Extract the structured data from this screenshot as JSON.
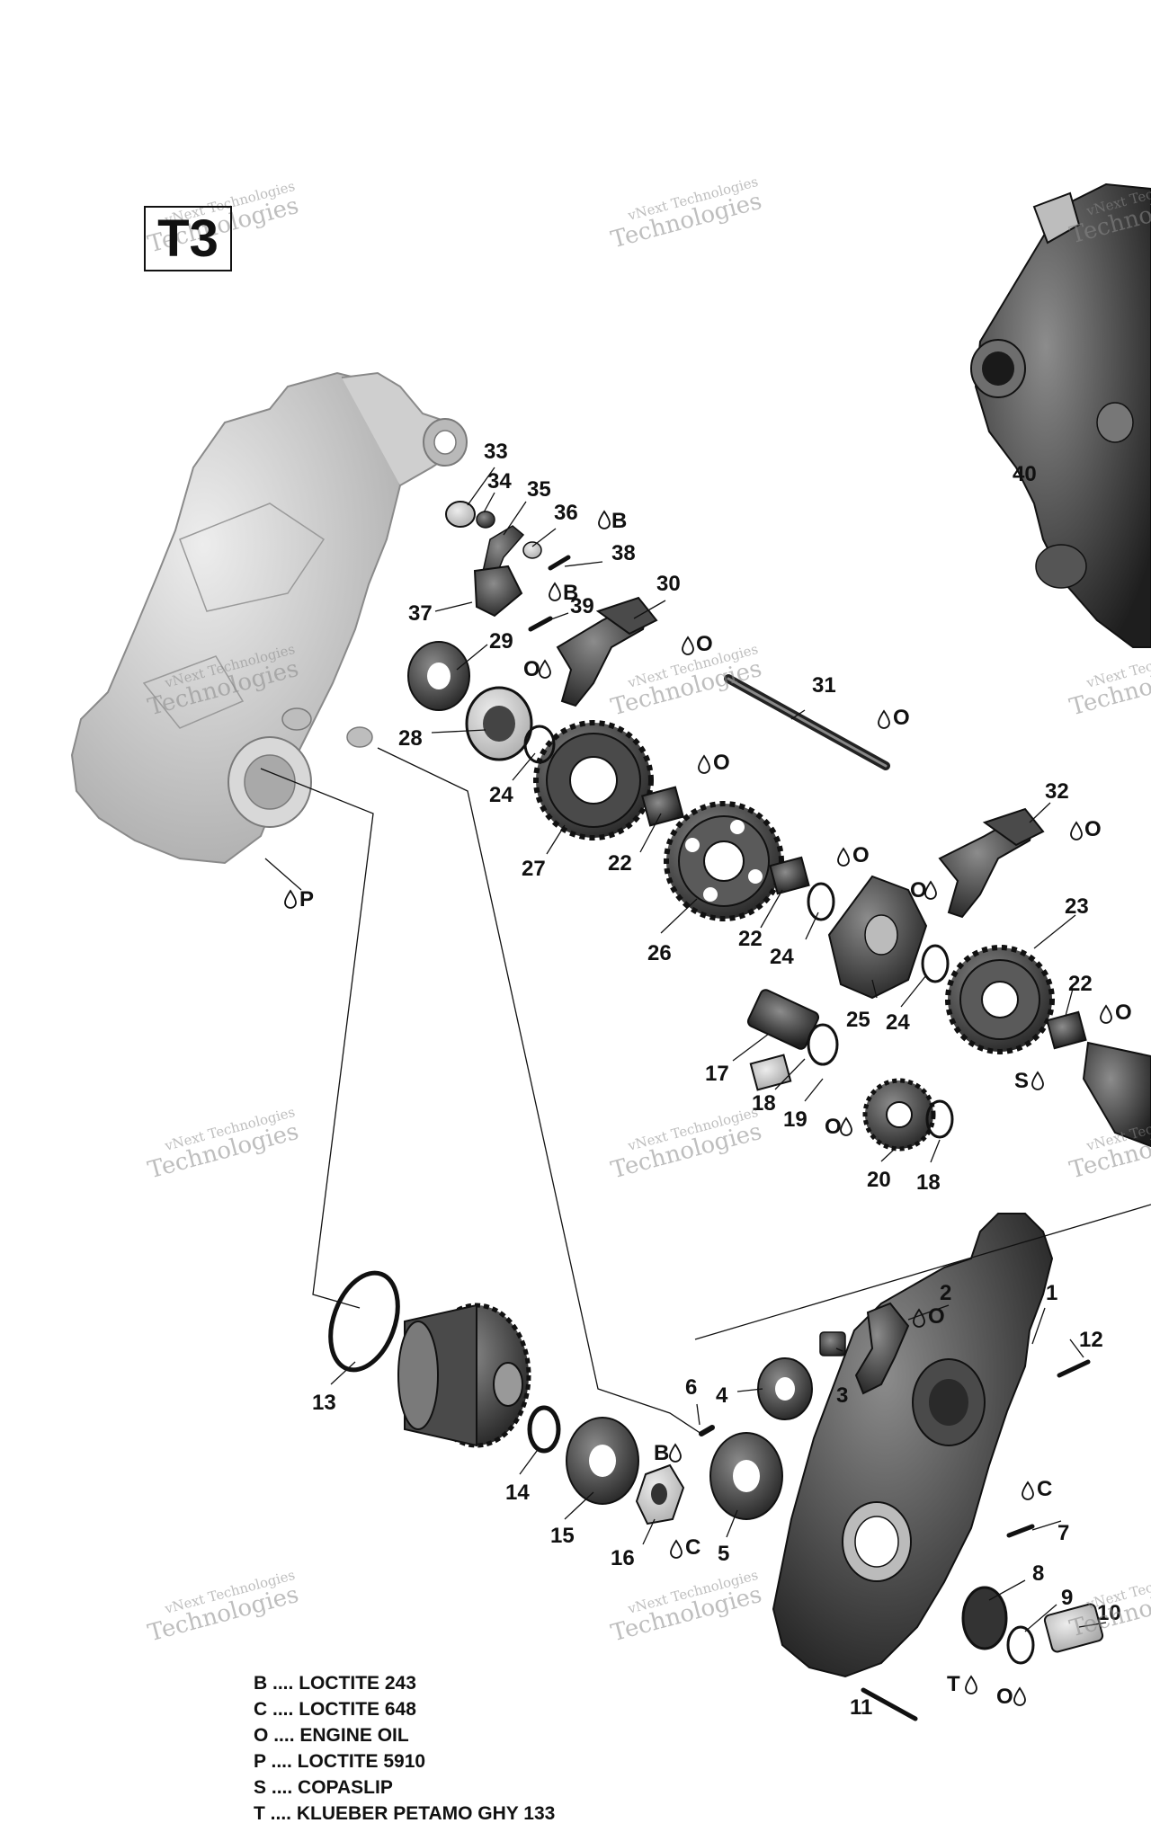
{
  "diagram_badge": "T3",
  "watermark": {
    "line1": "vNext Technologies",
    "line2": "Technologies"
  },
  "callouts": [
    "1",
    "2",
    "3",
    "4",
    "5",
    "6",
    "7",
    "8",
    "9",
    "10",
    "11",
    "12",
    "13",
    "14",
    "15",
    "16",
    "17",
    "18",
    "18",
    "19",
    "20",
    "22",
    "22",
    "22",
    "23",
    "24",
    "24",
    "24",
    "25",
    "26",
    "27",
    "28",
    "29",
    "30",
    "31",
    "32",
    "33",
    "34",
    "35",
    "36",
    "37",
    "38",
    "39",
    "40"
  ],
  "lube_marks": [
    "B",
    "B",
    "O",
    "O",
    "O",
    "O",
    "O",
    "O",
    "O",
    "O",
    "O",
    "O",
    "P",
    "S",
    "B",
    "C",
    "C",
    "T",
    "O"
  ],
  "legend": [
    {
      "code": "B",
      "sep": "....",
      "text": "LOCTITE 243"
    },
    {
      "code": "C",
      "sep": "....",
      "text": "LOCTITE 648"
    },
    {
      "code": "O",
      "sep": "....",
      "text": "ENGINE OIL"
    },
    {
      "code": "P",
      "sep": "....",
      "text": "LOCTITE 5910"
    },
    {
      "code": "S",
      "sep": "....",
      "text": "COPASLIP"
    },
    {
      "code": "T",
      "sep": "....",
      "text": "KLUEBER PETAMO GHY 133"
    }
  ],
  "colors": {
    "housing_light": "#c9c9c9",
    "housing_dark": "#3a3a3a",
    "part_dark": "#2b2b2b",
    "line": "#111111"
  }
}
